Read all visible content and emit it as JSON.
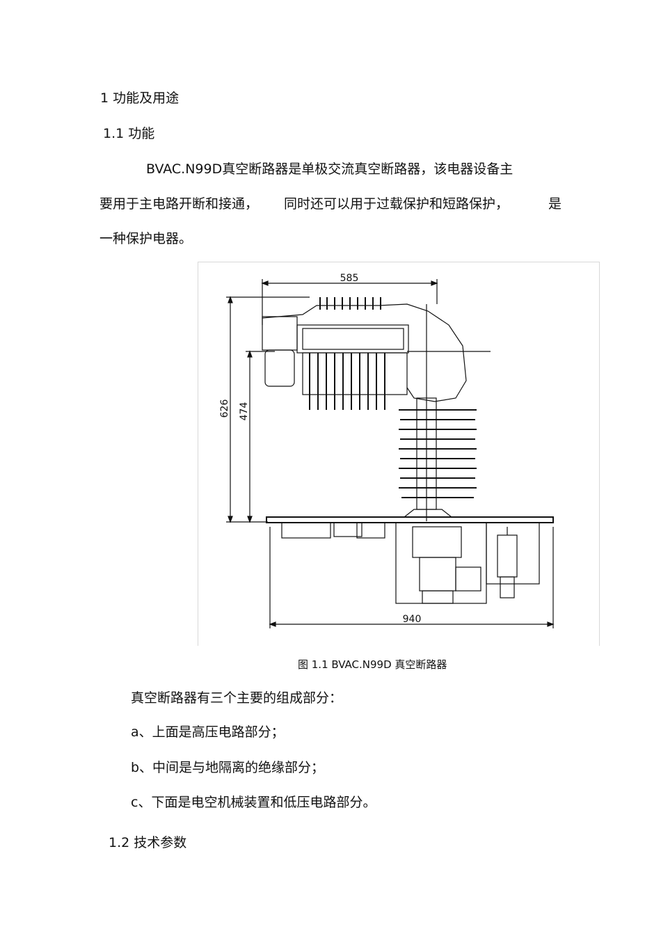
{
  "heading1": "1 功能及用途",
  "heading1_1": "1.1 功能",
  "para1_line1": "BVAC.N99D真空断路器是单极交流真空断路器，该电器设备主",
  "para1_line2a": "要用于主电路开断和接通，",
  "para1_line2b": "同时还可以用于过载保护和短路保护，",
  "para1_line2c": "是",
  "para1_line3": "一种保护电器。",
  "figure": {
    "dim_top": "585",
    "dim_bottom": "940",
    "dim_left_outer": "626",
    "dim_left_inner": "474",
    "caption": "图 1.1 BVAC.N99D 真空断路器"
  },
  "intro": "真空断路器有三个主要的组成部分：",
  "list": [
    "a、上面是高压电路部分；",
    "b、中间是与地隔离的绝缘部分；",
    "c、下面是电空机械装置和低压电路部分。"
  ],
  "heading1_2": "1.2 技术参数"
}
